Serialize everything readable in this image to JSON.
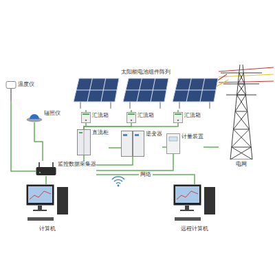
{
  "diagram": {
    "nodes": [
      {
        "text": [
          "太阳能电池组件阵列"
        ]
      },
      {
        "text": [
          "汇流箱"
        ]
      },
      {
        "text": [
          "汇流箱"
        ]
      },
      {
        "text": [
          "汇流箱"
        ]
      },
      {
        "text": [
          "直流柜"
        ]
      },
      {
        "text": [
          "逆变器"
        ]
      },
      {
        "text": [
          "计量装置"
        ]
      },
      {
        "text": [
          "电网"
        ]
      },
      {
        "text": [
          "温度仪"
        ]
      },
      {
        "text": [
          "辐照仪"
        ]
      },
      {
        "text": [
          "监控数据采集器"
        ]
      },
      {
        "text": [
          "计算机"
        ]
      },
      {
        "text": [
          "远程计算机"
        ]
      }
    ],
    "edges": [
      {
        "from": 0,
        "to": 1,
        "arrow": "none"
      },
      {
        "from": 0,
        "to": 2,
        "arrow": "none"
      },
      {
        "from": 0,
        "to": 3,
        "arrow": "none"
      },
      {
        "from": 1,
        "to": 4,
        "arrow": "none"
      },
      {
        "from": 2,
        "to": 4,
        "arrow": "none"
      },
      {
        "from": 3,
        "to": 4,
        "arrow": "none"
      },
      {
        "from": 4,
        "to": 5,
        "arrow": "none"
      },
      {
        "from": 5,
        "to": 6,
        "arrow": "none"
      },
      {
        "from": 6,
        "to": 7,
        "arrow": "none"
      },
      {
        "from": 8,
        "to": 10,
        "arrow": "none"
      },
      {
        "from": 9,
        "to": 10,
        "arrow": "none"
      },
      {
        "from": 10,
        "to": 4,
        "arrow": "none"
      },
      {
        "from": 10,
        "to": 5,
        "arrow": "none"
      },
      {
        "from": 10,
        "to": 6,
        "arrow": "none"
      },
      {
        "from": 10,
        "to": 11,
        "arrow": "none"
      },
      {
        "from": 10,
        "to": 12,
        "label": "网络",
        "arrow": "none"
      }
    ]
  }
}
